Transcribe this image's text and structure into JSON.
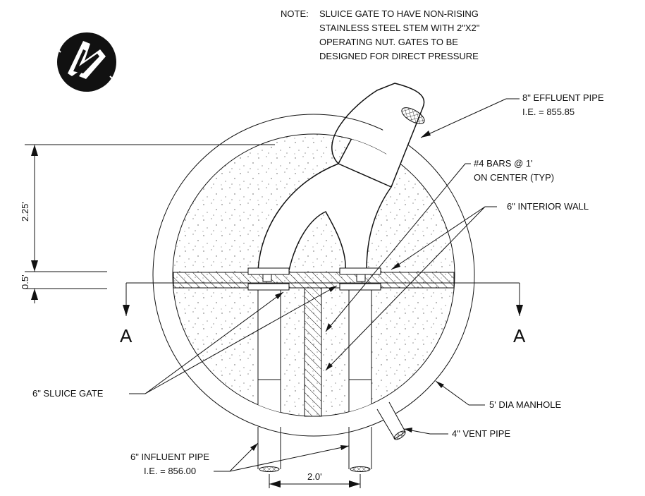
{
  "note": {
    "prefix": "NOTE:",
    "lines": [
      "SLUICE GATE TO HAVE NON-RISING",
      "STAINLESS STEEL STEM WITH 2\"X2\"",
      "OPERATING NUT. GATES TO BE",
      "DESIGNED FOR DIRECT PRESSURE"
    ]
  },
  "labels": {
    "effluent_pipe": "8\" EFFLUENT PIPE",
    "effluent_ie": "I.E. = 855.85",
    "bars_line1": "#4 BARS @ 1'",
    "bars_line2": "ON CENTER (TYP)",
    "interior_wall": "6\" INTERIOR WALL",
    "sluice_gate": "6\" SLUICE GATE",
    "manhole": "5' DIA MANHOLE",
    "vent_pipe": "4\" VENT PIPE",
    "influent_pipe": "6\" INFLUENT PIPE",
    "influent_ie": "I.E. = 856.00"
  },
  "dimensions": {
    "height_upper": "2.25'",
    "height_wall": "0.5'",
    "pipe_spacing": "2.0'"
  },
  "section_marks": {
    "left": "A",
    "right": "A"
  }
}
